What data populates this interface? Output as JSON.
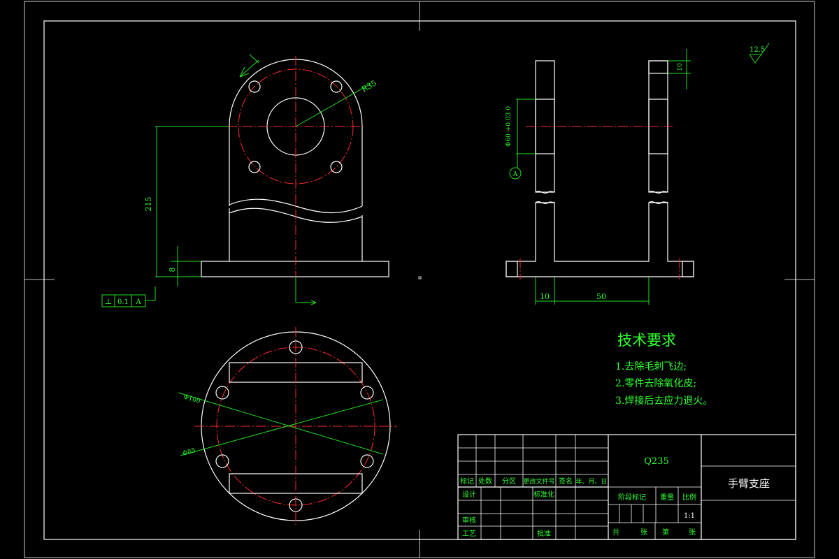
{
  "drawing": {
    "title": "手臂支座",
    "material": "Q235",
    "roughness": "12.5",
    "tech_req": {
      "heading": "技术要求",
      "items": [
        "1.去除毛刺飞边;",
        "2.零件去除氧化皮;",
        "3.焊接后去应力退火。"
      ]
    },
    "dims": {
      "pcd_front": "R35",
      "height_215": "215",
      "base_8": "8",
      "bore": "Φ60 +0.03 0",
      "datum": "A",
      "top_thk": "10",
      "flange_10": "10",
      "span_50": "50",
      "dia_100": "Φ100",
      "dia_85": "Φ85"
    },
    "tolerance": {
      "symbol": "⊥",
      "value": "0.1",
      "datum": "A"
    },
    "title_block": {
      "labels": {
        "biaoji": "标记",
        "chushu": "处数",
        "fenqu": "分区",
        "genggai": "更改文件号",
        "qianming": "签名",
        "nianyueri": "年、月、日",
        "sheji": "设计",
        "biaozhunhua": "标准化",
        "jieduan": "阶段标记",
        "zhongliang": "重量",
        "bili": "比例",
        "shenhe": "审核",
        "gongyi": "工艺",
        "pizhun": "批准",
        "gong": "共",
        "zhang": "张",
        "di": "第",
        "zhang2": "张"
      },
      "scale": "1:1"
    }
  }
}
